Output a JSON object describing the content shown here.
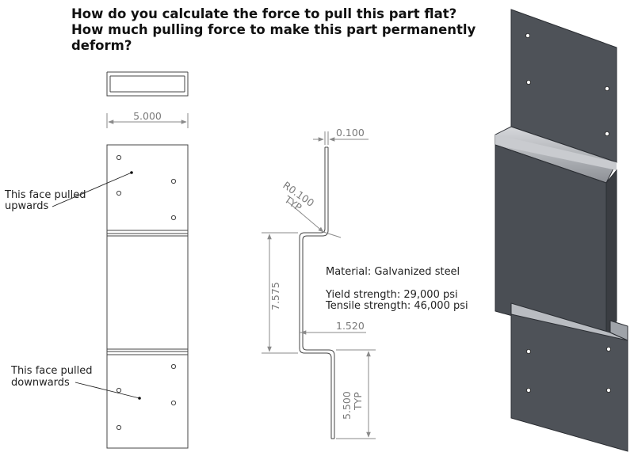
{
  "questions": {
    "line1": "How do you calculate the force to pull this part flat?",
    "line2": "How much pulling force to make this part permanently",
    "line3": "deform?"
  },
  "dimensions": {
    "width": "5.000",
    "thickness": "0.100",
    "radius": "R0.100",
    "radius_typ": "TYP",
    "height": "7.575",
    "offset": "1.520",
    "flange": "5.500",
    "flange_typ": "TYP"
  },
  "annotations": {
    "upper_1": "This face pulled",
    "upper_2": "upwards",
    "lower_1": "This face pulled",
    "lower_2": "downwards"
  },
  "material": {
    "name": "Material: Galvanized steel",
    "yield": "Yield strength: 29,000 psi",
    "tensile": "Tensile strength: 46,000 psi"
  },
  "colors": {
    "line": "#444444",
    "dim": "#8a8a8a",
    "part_face": "#4d5157",
    "part_edge": "#2b2e33",
    "part_highlight": "#b9bcc1"
  }
}
